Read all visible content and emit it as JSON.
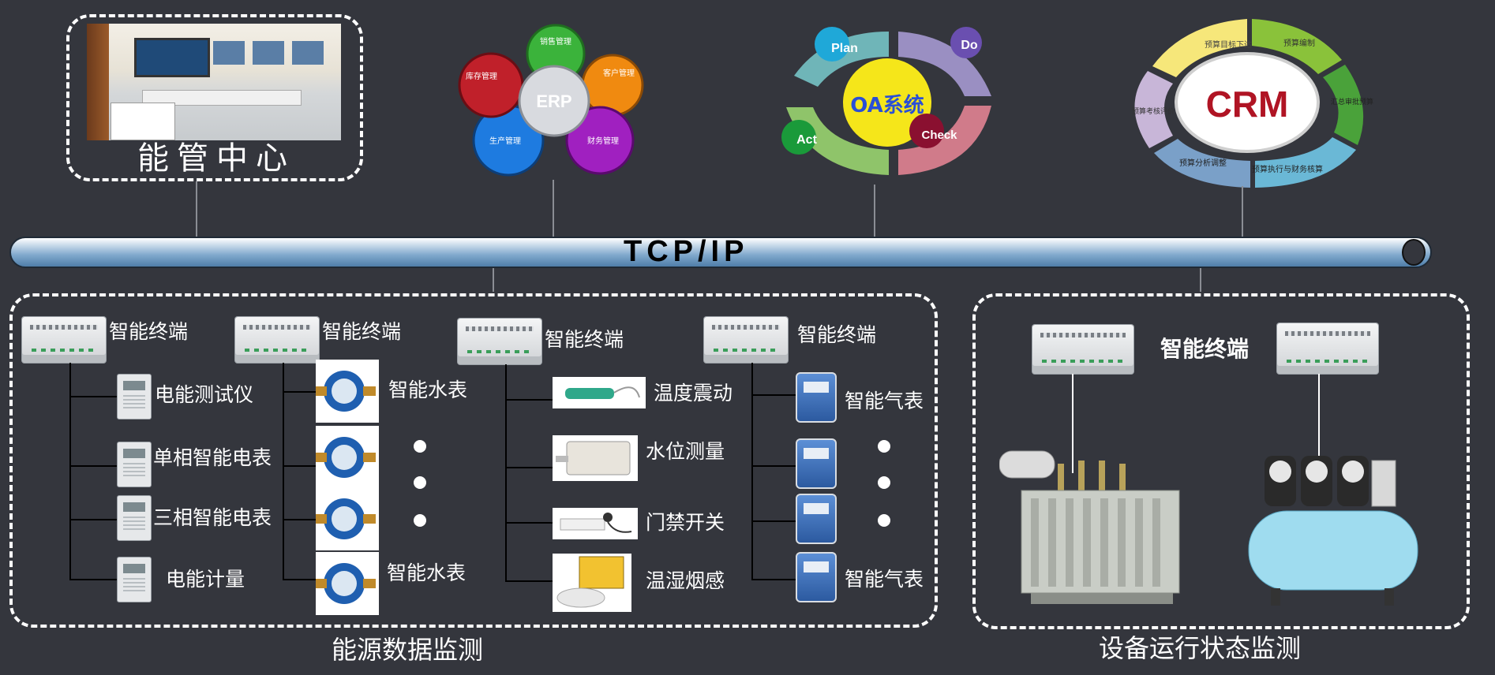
{
  "top": {
    "energy_center": "能管中心",
    "erp": {
      "center": "ERP",
      "petals": [
        "销售管理",
        "客户管理",
        "财务管理",
        "生产管理",
        "库存管理"
      ]
    },
    "oa": {
      "center": "OA系统",
      "plan": "Plan",
      "do": "Do",
      "check": "Check",
      "act": "Act"
    },
    "crm": {
      "center": "CRM",
      "ring": [
        "预算目标下达",
        "预算编制",
        "汇总审批预算",
        "预算执行与财务核算",
        "预算分析调整",
        "预算考核评价"
      ]
    }
  },
  "bus": {
    "label": "TCP/IP"
  },
  "energy_monitoring": {
    "title": "能源数据监测",
    "terminal_label": "智能终端",
    "col1": [
      "电能测试仪",
      "单相智能电表",
      "三相智能电表",
      "电能计量"
    ],
    "col2": [
      "智能水表",
      "智能水表"
    ],
    "col3": [
      "温度震动",
      "水位测量",
      "门禁开关",
      "温湿烟感"
    ],
    "col4": [
      "智能气表",
      "智能气表"
    ]
  },
  "equipment_monitoring": {
    "title": "设备运行状态监测",
    "terminal_label": "智能终端"
  },
  "colors": {
    "background": "#34363d",
    "bus": "#7fa8cc",
    "erp_red": "#c0202a",
    "erp_green": "#3bb33b",
    "erp_orange": "#f08a10",
    "erp_purple": "#a020c0",
    "erp_blue": "#1e7be0"
  }
}
